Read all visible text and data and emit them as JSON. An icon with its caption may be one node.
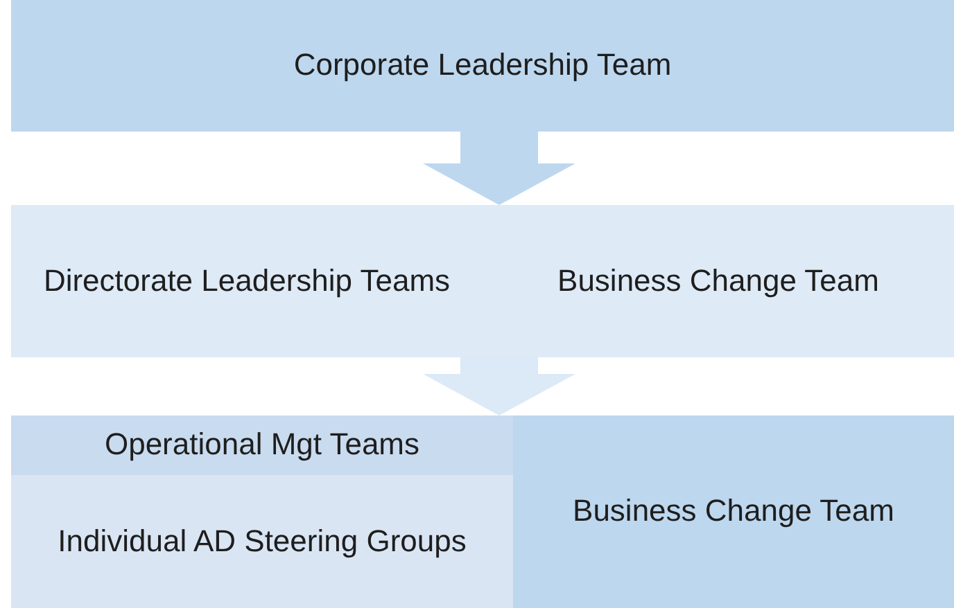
{
  "diagram": {
    "nodes": [
      {
        "text": [
          "Corporate Leadership Team"
        ]
      },
      {
        "text": [
          "Directorate Leadership Teams",
          "Business Change Team"
        ]
      },
      {
        "text": [
          "Operational Mgt Teams"
        ]
      },
      {
        "text": [
          "Individual AD Steering Groups"
        ]
      },
      {
        "text": [
          "Business Change Team"
        ]
      }
    ],
    "edges": [
      {
        "from": 0,
        "to": 1,
        "arrow": "to"
      },
      {
        "from": 1,
        "to": 2,
        "arrow": "to"
      }
    ]
  }
}
